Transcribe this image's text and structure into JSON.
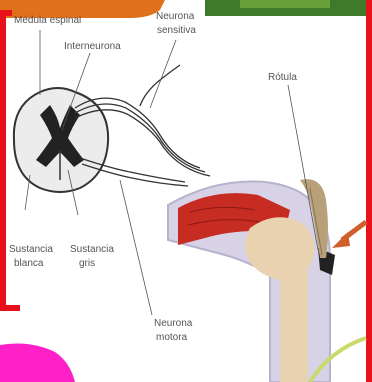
{
  "labels": {
    "medula_espinal": "Médula espinal",
    "neurona_sensitiva_1": "Neurona",
    "neurona_sensitiva_2": "sensitiva",
    "interneurona": "Interneurona",
    "rotula": "Rótula",
    "sustancia_blanca_1": "Sustancia",
    "sustancia_blanca_2": "blanca",
    "sustancia_gris_1": "Sustancia",
    "sustancia_gris_2": "gris",
    "neurona_motora_1": "Neurona",
    "neurona_motora_2": "motora"
  },
  "colors": {
    "frame_red": "#e8101a",
    "top_banner_orange": "#e0701a",
    "corner_photo_green": "#3f7a2a",
    "bottom_blob_magenta": "#ff20c8",
    "gray_matter": "#222222",
    "white_matter": "#ececec",
    "muscle_red": "#c62c22",
    "bone": "#e8d2b0",
    "leg_outline": "#b7b3cc",
    "hammer": "#b8a07a"
  },
  "icons": [
    "spinal-cord-cross-section",
    "knee-joint",
    "reflex-hammer",
    "arrow-icon"
  ]
}
